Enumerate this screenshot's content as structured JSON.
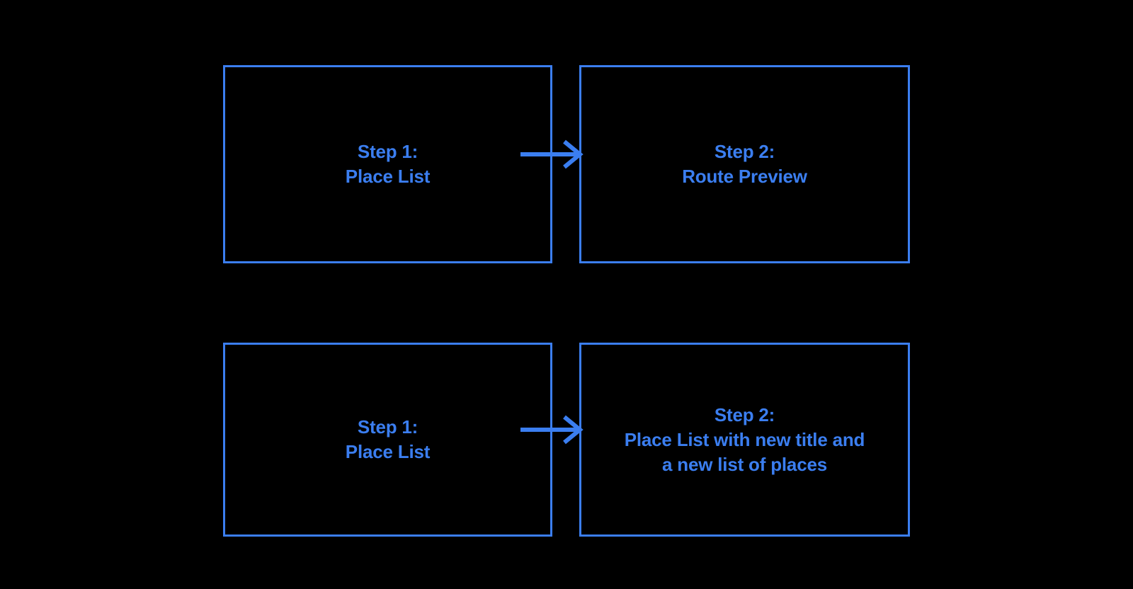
{
  "diagram": {
    "title": "Two-step user flow comparison",
    "background_color": "#000000",
    "accent_color": "#3b7ef0",
    "rows": [
      {
        "name": "route-preview-flow",
        "boxes": [
          {
            "name": "step-1-place-list",
            "label": "Step 1:\nPlace List"
          },
          {
            "name": "step-2-route-preview",
            "label": "Step 2:\nRoute Preview"
          }
        ],
        "connector": {
          "name": "arrow-right",
          "direction": "right"
        }
      },
      {
        "name": "place-list-update-flow",
        "boxes": [
          {
            "name": "step-1-place-list",
            "label": "Step 1:\nPlace List"
          },
          {
            "name": "step-2-place-list-updated",
            "label": "Step 2:\nPlace List with new title and\na new list of places"
          }
        ],
        "connector": {
          "name": "arrow-right",
          "direction": "right"
        }
      }
    ]
  }
}
